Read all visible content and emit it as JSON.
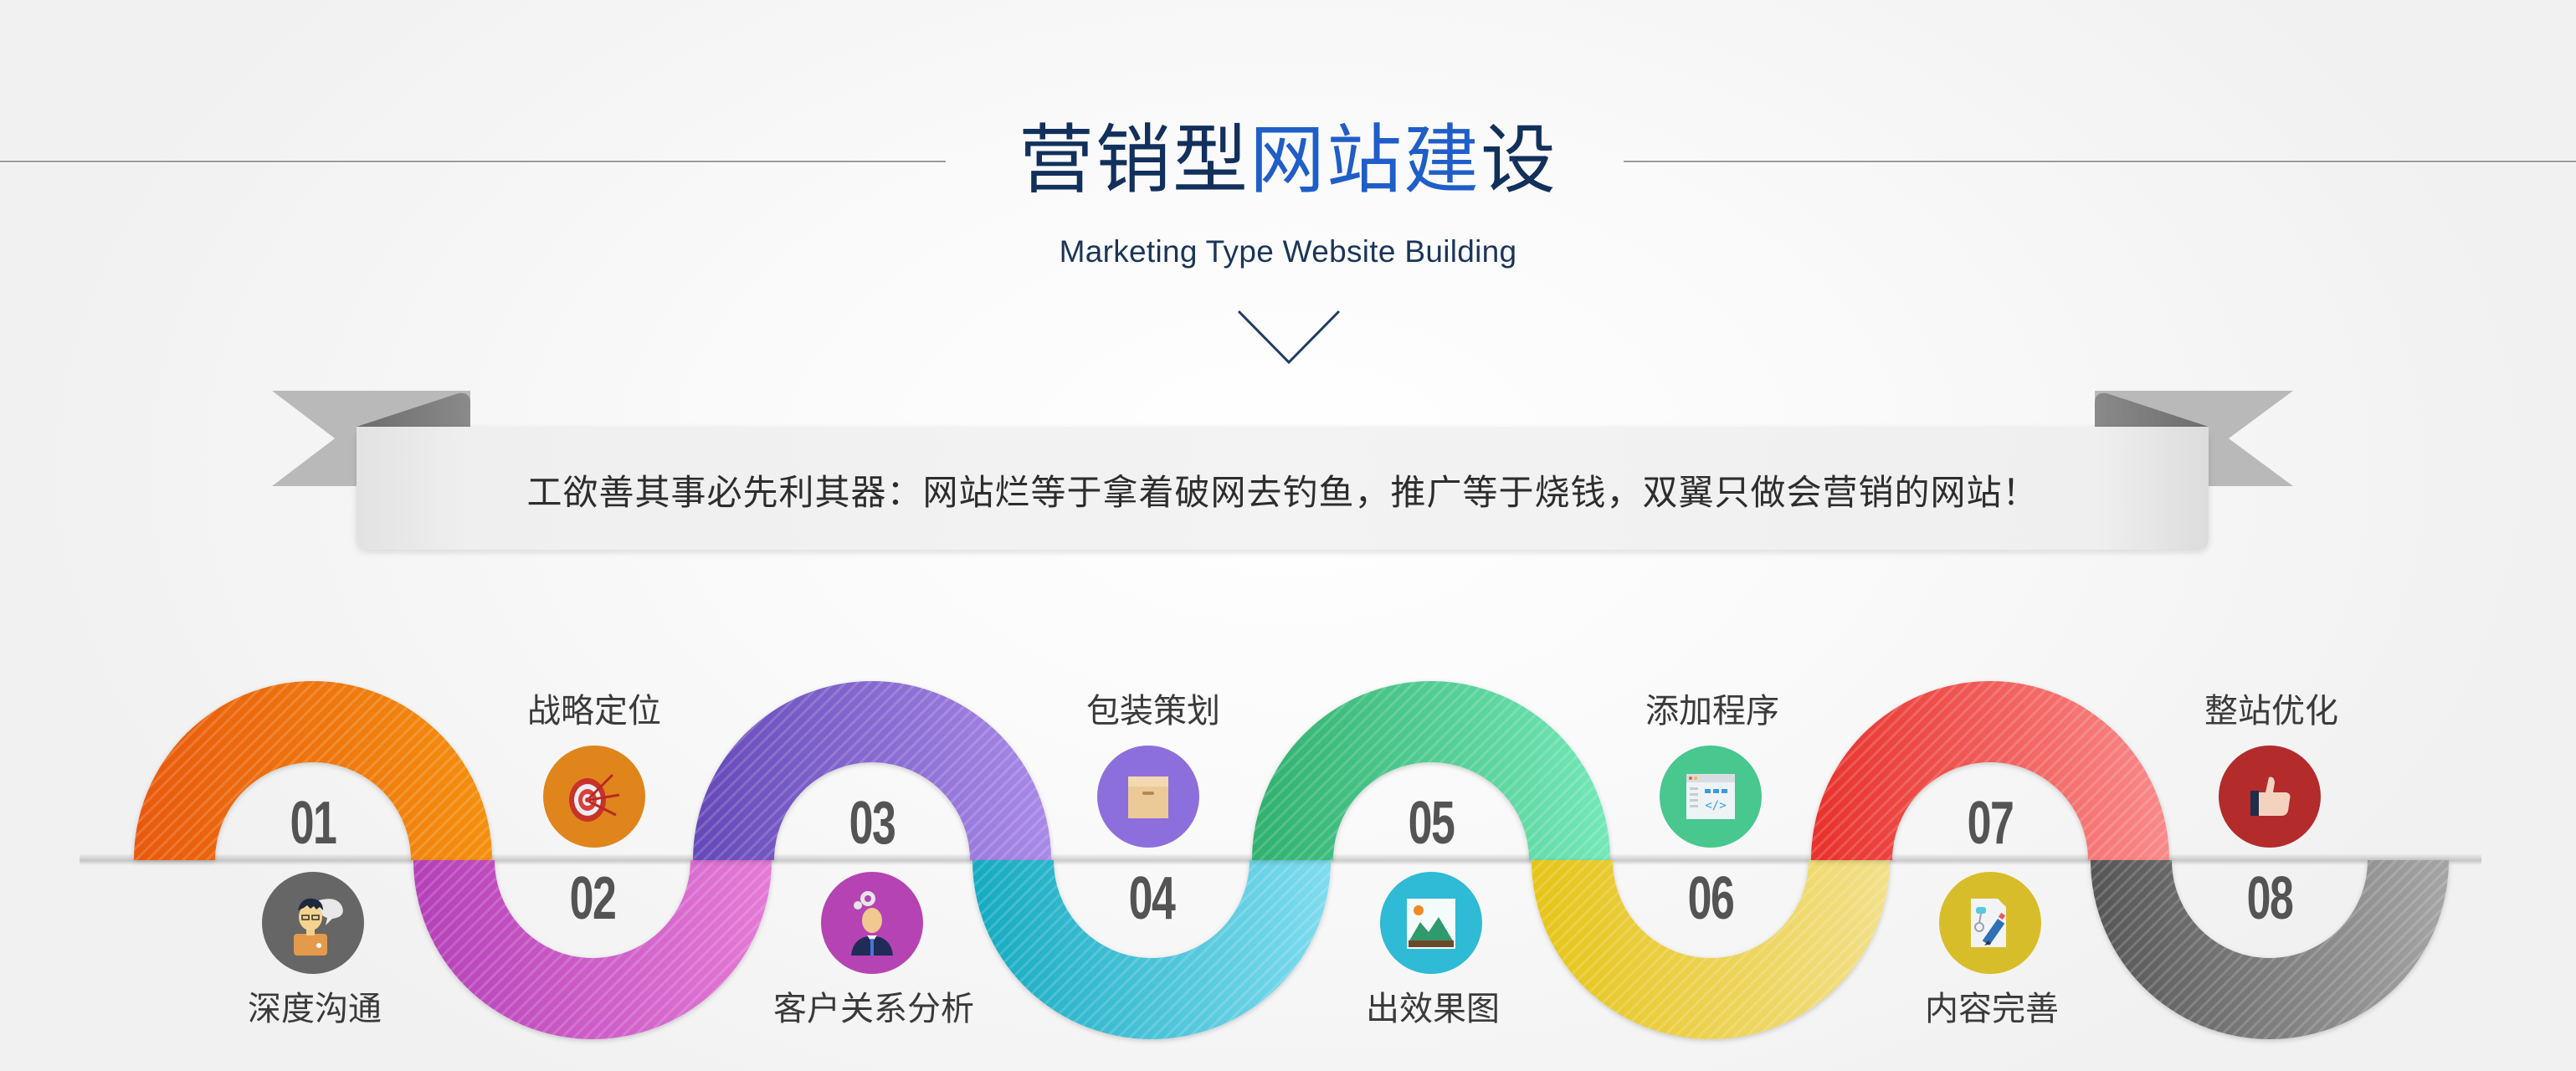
{
  "header": {
    "title_part1": "营销型",
    "title_part2": "网站建",
    "title_part3": "设",
    "subtitle": "Marketing Type Website Building",
    "chevron_icon": "chevron-down-icon"
  },
  "ribbon": {
    "text": "工欲善其事必先利其器：网站烂等于拿着破网去钓鱼，推广等于烧钱，双翼只做会营销的网站！"
  },
  "steps": [
    {
      "number": "01",
      "label": "深度沟通",
      "icon": "consultant-speech-icon",
      "arc_color_a": "#e8580a",
      "arc_color_b": "#f4900f",
      "icon_bg": "#666666"
    },
    {
      "number": "02",
      "label": "战略定位",
      "icon": "target-arrows-icon",
      "arc_color_a": "#b43fb8",
      "arc_color_b": "#e57ad6",
      "icon_bg": "#e0851c"
    },
    {
      "number": "03",
      "label": "客户关系分析",
      "icon": "businessman-gear-icon",
      "arc_color_a": "#6448b8",
      "arc_color_b": "#a98ae8",
      "icon_bg": "#b643b3"
    },
    {
      "number": "04",
      "label": "包装策划",
      "icon": "package-box-icon",
      "arc_color_a": "#14aac0",
      "arc_color_b": "#7fdcef",
      "icon_bg": "#8c6fdc"
    },
    {
      "number": "05",
      "label": "出效果图",
      "icon": "landscape-image-icon",
      "arc_color_a": "#2fb06e",
      "arc_color_b": "#74e8b8",
      "icon_bg": "#2fbad6"
    },
    {
      "number": "06",
      "label": "添加程序",
      "icon": "code-window-icon",
      "arc_color_a": "#e6c417",
      "arc_color_b": "#f2e08a",
      "icon_bg": "#48c78e"
    },
    {
      "number": "07",
      "label": "内容完善",
      "icon": "document-pencil-icon",
      "arc_color_a": "#e8302a",
      "arc_color_b": "#f98a8a",
      "icon_bg": "#d8bd2a"
    },
    {
      "number": "08",
      "label": "整站优化",
      "icon": "thumbs-up-icon",
      "arc_color_a": "#555555",
      "arc_color_b": "#a5a5a5",
      "icon_bg": "#b32b2b"
    }
  ]
}
